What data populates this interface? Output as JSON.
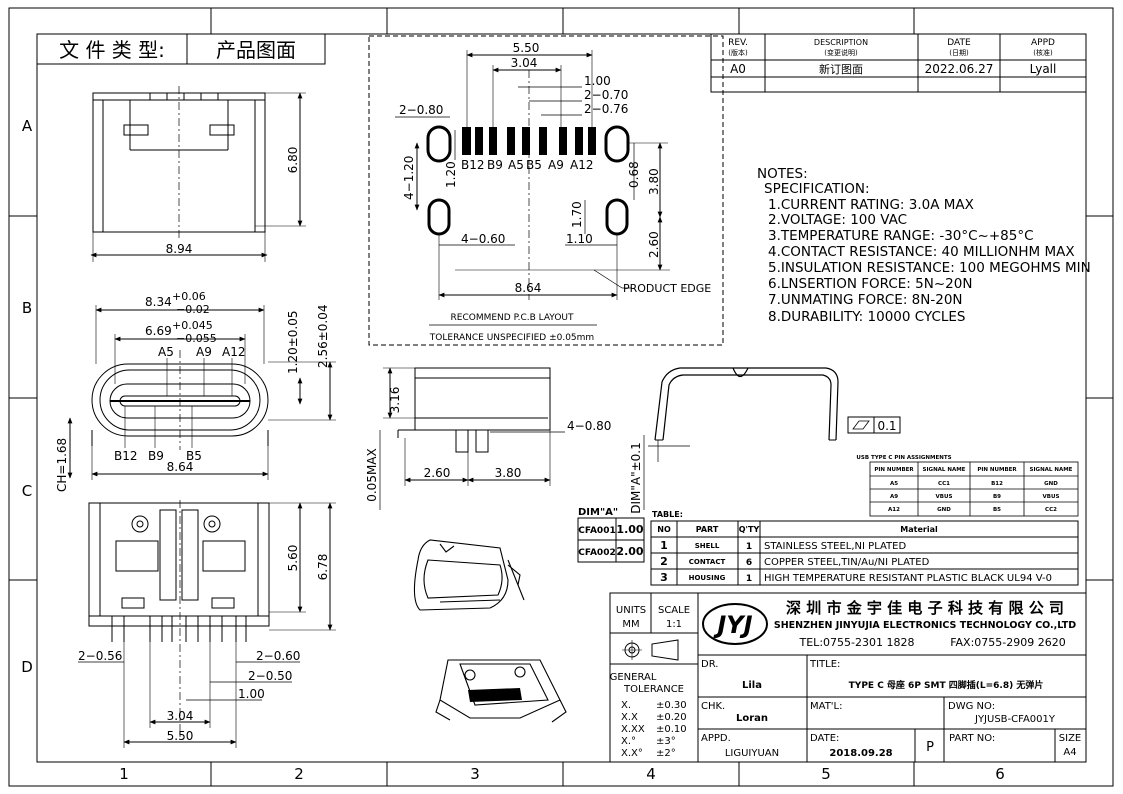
{
  "doc_type": {
    "label": "文 件 类 型:",
    "value": "产品图面"
  },
  "grid": {
    "cols": [
      "1",
      "2",
      "3",
      "4",
      "5",
      "6"
    ],
    "rows": [
      "A",
      "B",
      "C",
      "D"
    ]
  },
  "revision": {
    "headers": [
      "REV.",
      "(版本)",
      "DESCRIPTION",
      "(变更说明)",
      "DATE",
      "(日期)",
      "APPD",
      "(核准)"
    ],
    "row": {
      "rev": "A0",
      "desc": "新订图面",
      "date": "2022.06.27",
      "appd": "Lyall"
    }
  },
  "pcb": {
    "dims": {
      "w550": "5.50",
      "w304": "3.04",
      "w100": "1.00",
      "t270": "2−0.70",
      "t076": "2−0.76",
      "t080": "2−0.80",
      "h120a": "4−1.20",
      "h120b": "1.20",
      "h068": "0.68",
      "h380": "3.80",
      "h170": "1.70",
      "h260": "2.60",
      "b060": "4−0.60",
      "b110": "1.10",
      "b864": "8.64"
    },
    "pads": [
      "B12",
      "B9",
      "A5",
      "B5",
      "A9",
      "A12"
    ],
    "product_edge": "PRODUCT EDGE",
    "caption": "RECOMMEND P.C.B LAYOUT",
    "tolerance": "TOLERANCE UNSPECIFIED ±0.05mm"
  },
  "notes": {
    "title": "NOTES:",
    "spec": "SPECIFICATION:",
    "items": [
      "1.CURRENT RATING: 3.0A MAX",
      "2.VOLTAGE: 100 VAC",
      "3.TEMPERATURE RANGE: -30°C~+85°C",
      "4.CONTACT RESISTANCE: 40 MILLIONHM MAX",
      "5.INSULATION RESISTANCE: 100 MEGOHMS MIN",
      "6.LNSERTION FORCE: 5N~20N",
      "7.UNMATING FORCE: 8N-20N",
      "8.DURABILITY: 10000 CYCLES"
    ]
  },
  "top_view": {
    "w894": "8.94",
    "h680": "6.80"
  },
  "front_view": {
    "w834": "8.34",
    "w834_tol_up": "+0.06",
    "w834_tol_dn": "−0.02",
    "w669": "6.69",
    "w669_tol_up": "+0.045",
    "w669_tol_dn": "−0.055",
    "h120": "1.20±0.05",
    "h256": "2.56±0.04",
    "ch": "CH=1.68",
    "w864": "8.64",
    "top_pins": [
      "A5",
      "A9",
      "A12"
    ],
    "bottom_pins": [
      "B12",
      "B9",
      "B5"
    ]
  },
  "bottom_view": {
    "h560": "5.60",
    "h678": "6.78",
    "d056": "2−0.56",
    "d060": "2−0.60",
    "d050": "2−0.50",
    "d100": "1.00",
    "d304": "3.04",
    "d550": "5.50"
  },
  "side_view": {
    "h316": "3.16",
    "d080": "4−0.80",
    "w260": "2.60",
    "w380": "3.80",
    "h005": "0.05MAX",
    "dim_a": "DIM\"A\"±0.1"
  },
  "flatness": "0.1",
  "dim_table": {
    "title": "DIM\"A\"",
    "rows": [
      [
        "CFA001",
        "1.00"
      ],
      [
        "CFA002",
        "2.00"
      ]
    ]
  },
  "pin_table": {
    "title": "USB TYPE C PIN ASSIGNMENTS",
    "headers": [
      "PIN NUMBER",
      "SIGNAL NAME",
      "PIN NUMBER",
      "SIGNAL NAME"
    ],
    "rows": [
      [
        "A5",
        "CC1",
        "B12",
        "GND"
      ],
      [
        "A9",
        "VBUS",
        "B9",
        "VBUS"
      ],
      [
        "A12",
        "GND",
        "B5",
        "CC2"
      ]
    ]
  },
  "material_table": {
    "title": "TABLE:",
    "headers": [
      "NO",
      "PART",
      "Q'TY",
      "Material"
    ],
    "rows": [
      [
        "1",
        "SHELL",
        "1",
        "STAINLESS STEEL,NI PLATED"
      ],
      [
        "2",
        "CONTACT",
        "6",
        "COPPER STEEL,TIN/Au/NI PLATED"
      ],
      [
        "3",
        "HOUSING",
        "1",
        "HIGH TEMPERATURE RESISTANT PLASTIC BLACK UL94 V-0"
      ]
    ]
  },
  "title_block": {
    "units_label": "UNITS",
    "units_value": "MM",
    "scale_label": "SCALE",
    "scale_value": "1:1",
    "logo": "JYJ",
    "company_cn": "深 圳 市 金 宇 佳 电 子 科 技 有 限 公 司",
    "company_en": "SHENZHEN JINYUJIA ELECTRONICS TECHNOLOGY CO.,LTD",
    "tel": "TEL:0755-2301 1828",
    "fax": "FAX:0755-2909 2620",
    "general_tol_1": "GENERAL",
    "general_tol_2": "TOLERANCE",
    "tolerances": [
      [
        "X.",
        "±0.30"
      ],
      [
        "X.X",
        "±0.20"
      ],
      [
        "X.XX",
        "±0.10"
      ],
      [
        "X.°",
        "±3°"
      ],
      [
        "X.X°",
        "±2°"
      ]
    ],
    "dr_label": "DR.",
    "dr_value": "Lila",
    "chk_label": "CHK.",
    "chk_value": "Loran",
    "appd_label": "APPD.",
    "appd_value": "LIGUIYUAN",
    "title_label": "TITLE:",
    "title_value": "TYPE C 母座 6P SMT 四脚插(L=6.8) 无弹片",
    "matl_label": "MAT'L:",
    "dwg_label": "DWG NO:",
    "dwg_value": "JYJUSB-CFA001Y",
    "date_label": "DATE:",
    "date_value": "2018.09.28",
    "proj": "P",
    "part_label": "PART NO:",
    "size_label": "SIZE",
    "size_value": "A4"
  }
}
